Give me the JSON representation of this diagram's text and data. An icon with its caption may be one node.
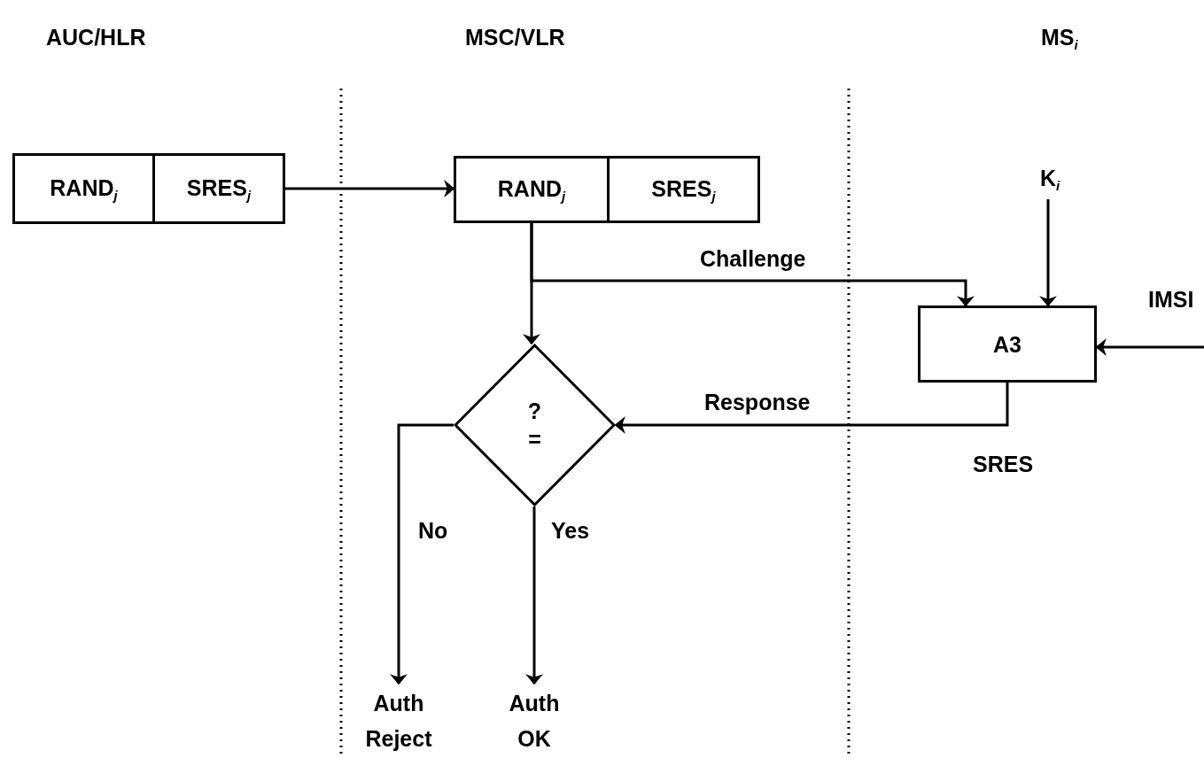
{
  "diagram": {
    "nodes": [
      {
        "text": [
          "RAND$_{j}$",
          "SRES$_{j}$"
        ]
      },
      {
        "text": [
          "RAND$_{j}$",
          "SRES$_{j}$"
        ]
      },
      {
        "text": [
          "?",
          "="
        ]
      },
      {
        "text": [
          "A3"
        ]
      },
      {
        "text": [
          "K$_{i}$"
        ]
      },
      {
        "text": [
          "Auth Reject"
        ]
      },
      {
        "text": [
          "Auth OK"
        ]
      }
    ],
    "edges": [
      {
        "from": 0,
        "to": 1,
        "arrow": "to"
      },
      {
        "from": 1,
        "to": 2,
        "arrow": "to"
      },
      {
        "from": 1,
        "to": 3,
        "arrow": "to",
        "label": "Challenge"
      },
      {
        "from": 4,
        "to": 3,
        "arrow": "to"
      },
      {
        "from": null,
        "to": 3,
        "arrow": "to"
      },
      {
        "from": 3,
        "to": 2,
        "arrow": "to",
        "label": "Response"
      },
      {
        "from": 2,
        "to": 5,
        "arrow": "to",
        "label": "No"
      },
      {
        "from": 2,
        "to": 6,
        "arrow": "to",
        "label": "Yes"
      }
    ],
    "labels": [
      "AUC/HLR",
      "MSC/VLR",
      "MS$_{i}$",
      "IMSI",
      "SRES"
    ]
  }
}
